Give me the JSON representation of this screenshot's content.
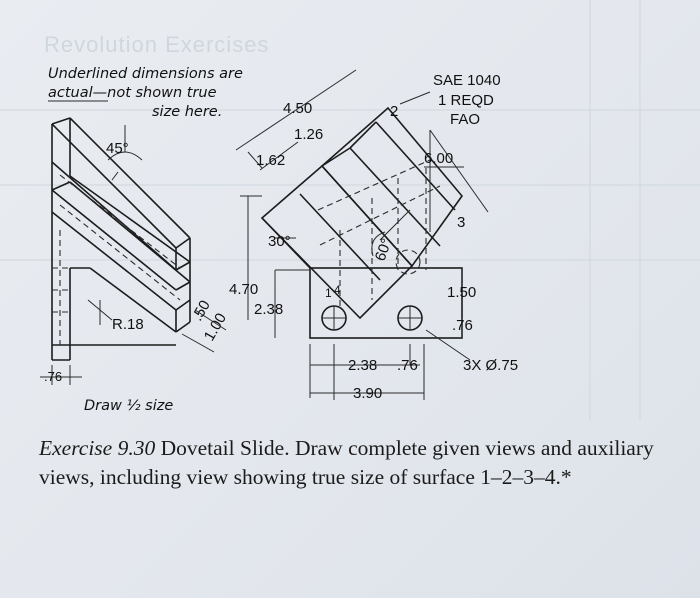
{
  "ghost_heading": "Revolution Exercises",
  "note": {
    "line1": "Underlined dimensions are",
    "line2": "actual—not shown true",
    "line3": "size here."
  },
  "material": {
    "line1": "SAE 1040",
    "line2": "1 REQD",
    "line3": "FAO"
  },
  "dimensions": {
    "angle_45": "45°",
    "d450": "4.50",
    "d126": "1.26",
    "d162": "1.62",
    "d2": "2",
    "d600": "6.00",
    "d3": "3",
    "angle_30": "30°",
    "angle_60": "60°",
    "d470": "4.70",
    "d238v": "2.38",
    "d150": "1.50",
    "d76v": ".76",
    "r18": "R.18",
    "d50": ".50",
    "d100": "1.00",
    "d1": "1",
    "d4": "4",
    "d76h": ".76",
    "d238h": "2.38",
    "d76mid": ".76",
    "holes": "3X Ø.75",
    "d390": "3.90"
  },
  "scale_note": "Draw ½ size",
  "caption": {
    "label": "Exercise 9.30",
    "text": " Dovetail Slide. Draw complete given views and auxiliary views, including view showing true size of surface 1–2–3–4.*"
  }
}
